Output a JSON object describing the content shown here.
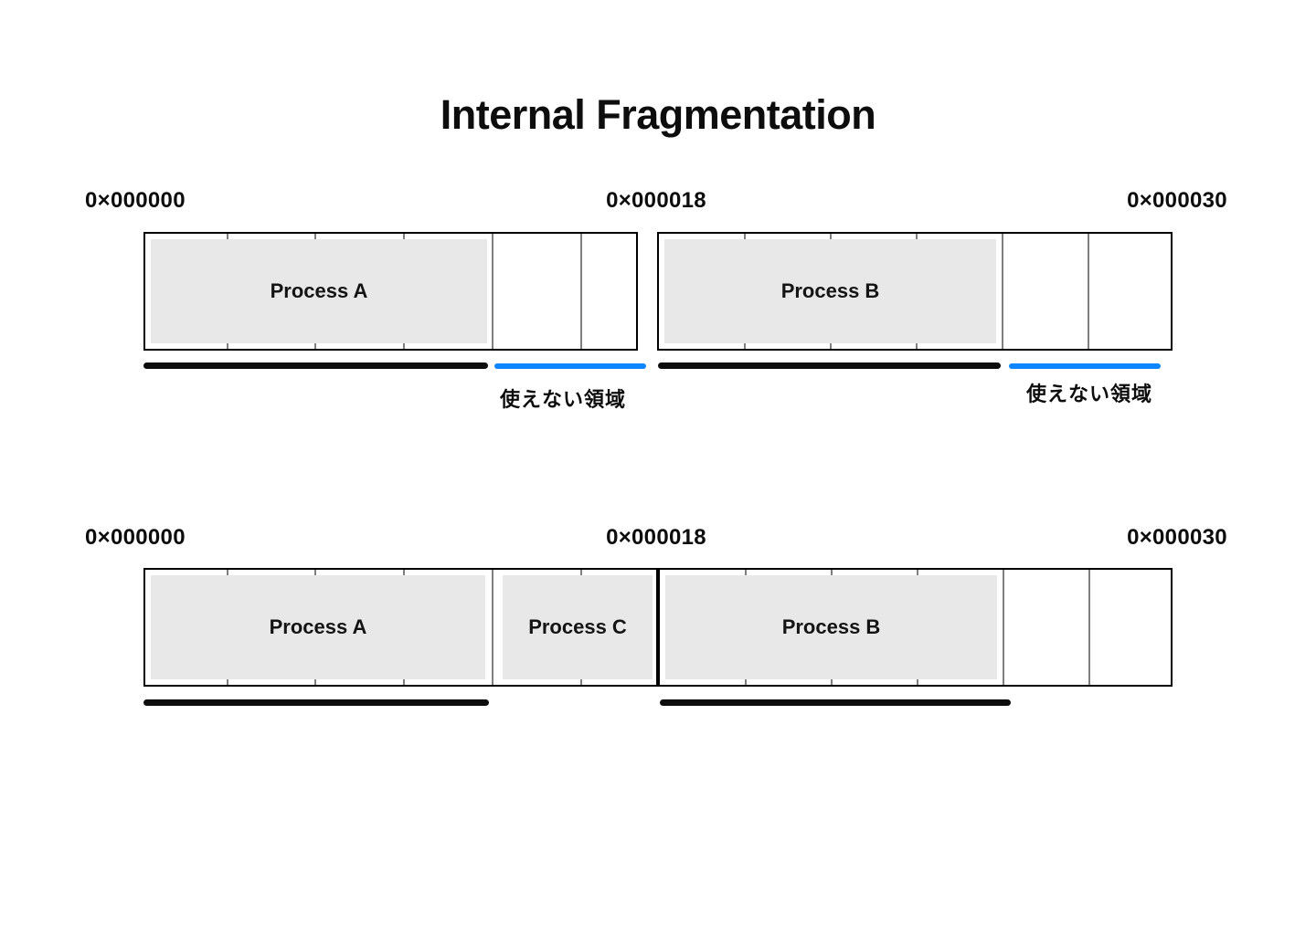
{
  "title": "Internal Fragmentation",
  "colors": {
    "accent_blue": "#0f86ff",
    "process_fill": "#e8e8e8",
    "line_black": "#0d0d0d"
  },
  "diagram_before": {
    "addresses": {
      "start": "0×000000",
      "mid": "0×000018",
      "end": "0×000030"
    },
    "process_a": "Process A",
    "process_b": "Process B",
    "unusable_left": "使えない領域",
    "unusable_right": "使えない領域"
  },
  "diagram_after": {
    "addresses": {
      "start": "0×000000",
      "mid": "0×000018",
      "end": "0×000030"
    },
    "process_a": "Process A",
    "process_c": "Process C",
    "process_b": "Process B"
  }
}
